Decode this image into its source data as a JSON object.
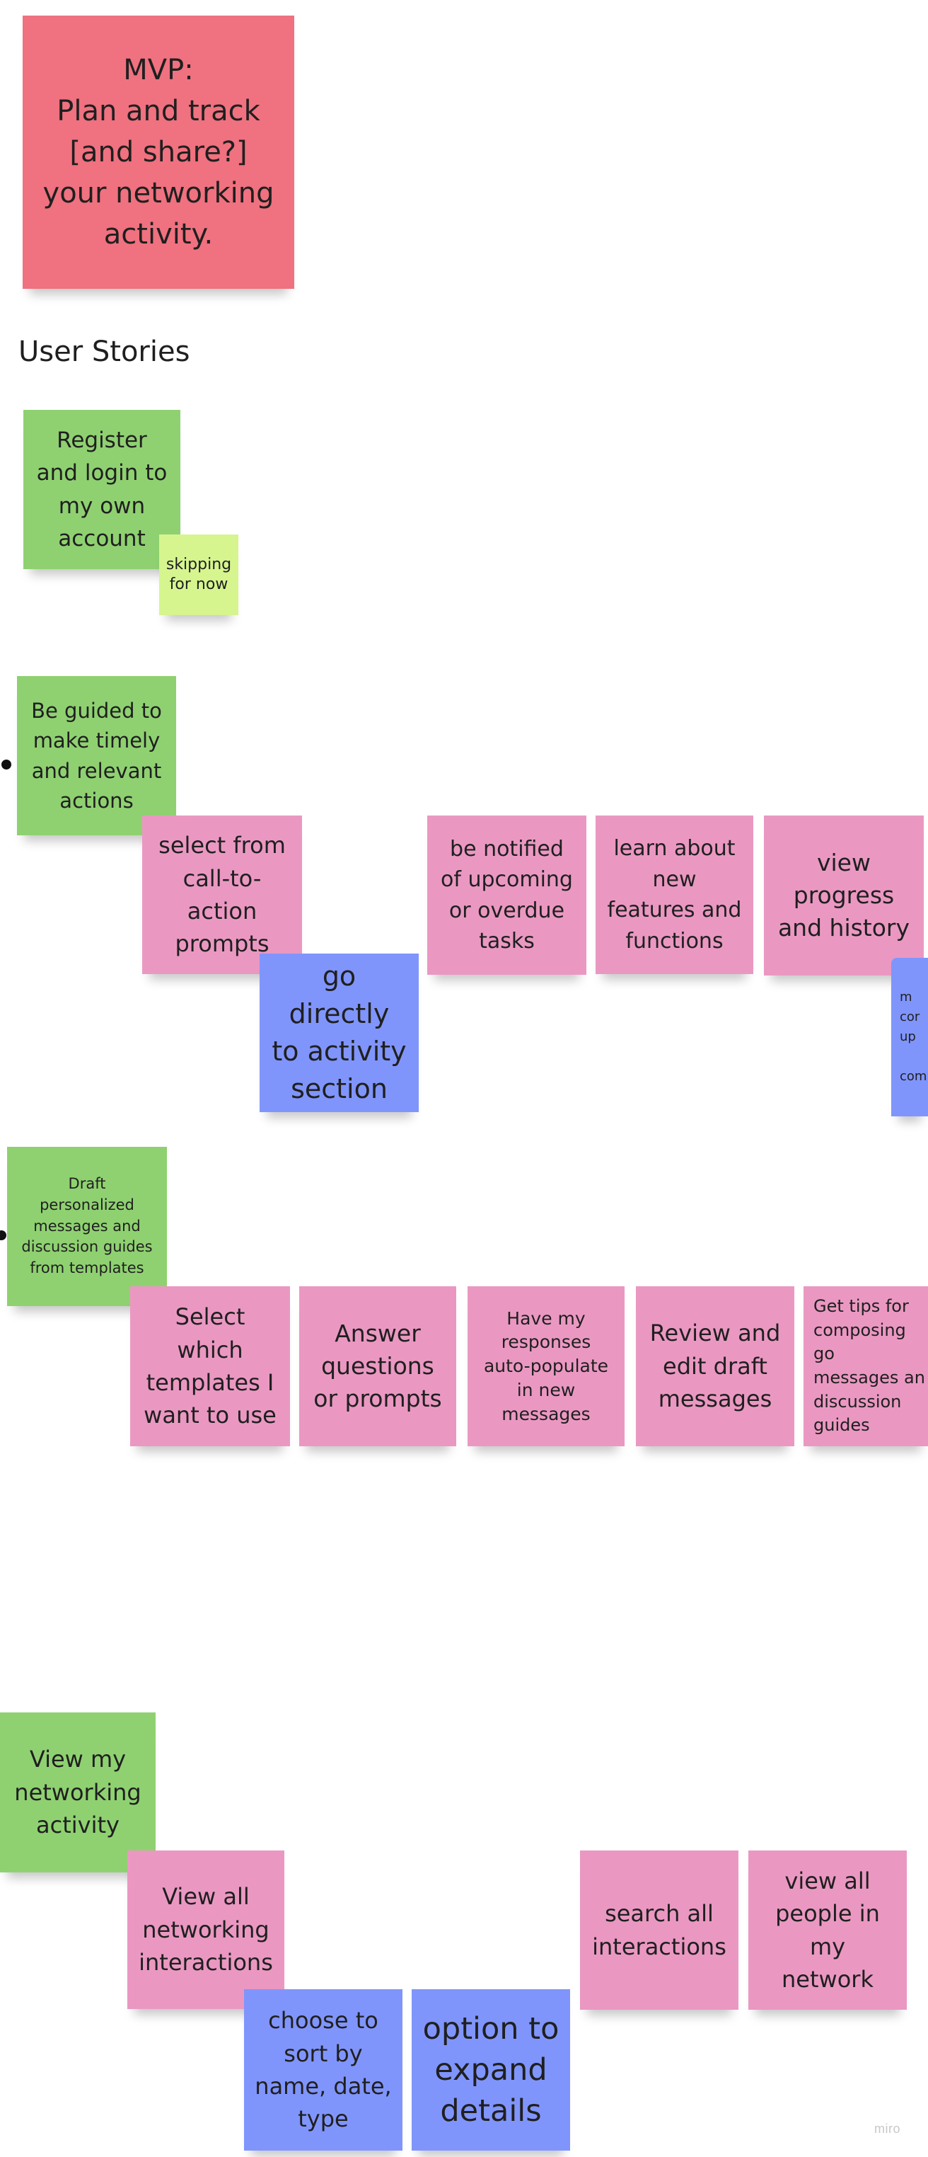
{
  "board": {
    "mvp_note": "MVP:\nPlan and track\n[and share?]\nyour networking\nactivity.",
    "section_heading": "User Stories",
    "colors": {
      "red": "#f0717f",
      "green": "#8fd171",
      "lime": "#d6f58f",
      "pink": "#ea98c2",
      "blue": "#8095fb"
    },
    "stories": [
      {
        "epic": "Register\nand login to\nmy own\naccount",
        "note": "skipping\nfor now"
      },
      {
        "epic": "Be guided to\nmake timely\nand relevant\nactions",
        "tasks": [
          "select from\ncall-to-\naction\nprompts",
          "be notified\nof upcoming\nor overdue\ntasks",
          "learn about\nnew\nfeatures and\nfunctions",
          "view\nprogress\nand history"
        ],
        "subtasks": [
          "go directly\nto activity\nsection",
          "m\ncor\nup\n\ncom"
        ]
      },
      {
        "epic": "Draft\npersonalized\nmessages and\ndiscussion guides\nfrom templates",
        "tasks": [
          "Select\nwhich\ntemplates I\nwant to use",
          "Answer\nquestions\nor prompts",
          "Have my\nresponses\nauto-populate\nin new\nmessages",
          "Review and\nedit draft\nmessages",
          "Get tips for\ncomposing go\nmessages an\ndiscussion\nguides"
        ]
      },
      {
        "epic": "View my\nnetworking\nactivity",
        "tasks": [
          "View all\nnetworking\ninteractions",
          "search all\ninteractions",
          "view all\npeople in\nmy\nnetwork"
        ],
        "subtasks": [
          "choose to\nsort by\nname, date,\ntype",
          "option to\nexpand\ndetails"
        ]
      }
    ],
    "watermark": "miro"
  }
}
